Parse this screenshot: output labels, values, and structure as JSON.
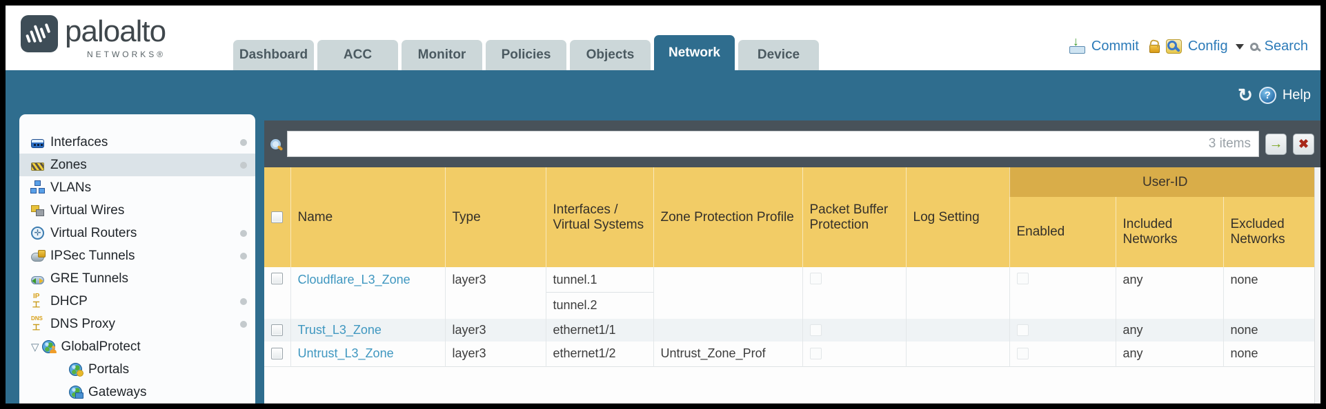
{
  "brand": {
    "name": "paloalto",
    "sub": "NETWORKS®",
    "logo_icon": "paloalto-logo-icon"
  },
  "nav_tabs": [
    {
      "label": "Dashboard",
      "active": false
    },
    {
      "label": "ACC",
      "active": false
    },
    {
      "label": "Monitor",
      "active": false
    },
    {
      "label": "Policies",
      "active": false
    },
    {
      "label": "Objects",
      "active": false
    },
    {
      "label": "Network",
      "active": true
    },
    {
      "label": "Device",
      "active": false
    }
  ],
  "header_actions": {
    "commit_label": "Commit",
    "config_label": "Config",
    "search_label": "Search",
    "icons": [
      "commit-icon",
      "lock-icon",
      "config-icon",
      "caret-down-icon",
      "search-icon"
    ]
  },
  "toolbar": {
    "help_label": "Help",
    "icons": [
      "refresh-icon",
      "help-icon"
    ]
  },
  "sidebar": {
    "items": [
      {
        "label": "Interfaces",
        "icon": "interfaces-icon",
        "has_dot": true,
        "selected": false
      },
      {
        "label": "Zones",
        "icon": "zones-icon",
        "has_dot": true,
        "selected": true
      },
      {
        "label": "VLANs",
        "icon": "vlans-icon",
        "has_dot": false,
        "selected": false
      },
      {
        "label": "Virtual Wires",
        "icon": "virtual-wires-icon",
        "has_dot": false,
        "selected": false
      },
      {
        "label": "Virtual Routers",
        "icon": "virtual-routers-icon",
        "has_dot": true,
        "selected": false
      },
      {
        "label": "IPSec Tunnels",
        "icon": "ipsec-tunnels-icon",
        "has_dot": true,
        "selected": false
      },
      {
        "label": "GRE Tunnels",
        "icon": "gre-tunnels-icon",
        "has_dot": false,
        "selected": false
      },
      {
        "label": "DHCP",
        "icon": "dhcp-icon",
        "has_dot": true,
        "selected": false
      },
      {
        "label": "DNS Proxy",
        "icon": "dns-proxy-icon",
        "has_dot": true,
        "selected": false
      },
      {
        "label": "GlobalProtect",
        "icon": "globalprotect-icon",
        "has_dot": false,
        "selected": false,
        "expanded": true
      },
      {
        "label": "Portals",
        "icon": "portals-icon",
        "has_dot": false,
        "selected": false,
        "child": true
      },
      {
        "label": "Gateways",
        "icon": "gateways-icon",
        "has_dot": false,
        "selected": false,
        "child": true
      }
    ]
  },
  "filter": {
    "value": "",
    "count": "3 items",
    "icons": [
      "filter-search-icon",
      "apply-filter-icon",
      "clear-filter-icon"
    ]
  },
  "table": {
    "group_header": "User-ID",
    "columns": [
      "Name",
      "Type",
      "Interfaces / Virtual Systems",
      "Zone Protection Profile",
      "Packet Buffer Protection",
      "Log Setting",
      "Enabled",
      "Included Networks",
      "Excluded Networks"
    ],
    "rows": [
      {
        "name": "Cloudflare_L3_Zone",
        "type": "layer3",
        "interfaces": [
          "tunnel.1",
          "tunnel.2"
        ],
        "zone_protection_profile": "",
        "packet_buffer_protection": false,
        "log_setting": "",
        "user_id_enabled": false,
        "included_networks": "any",
        "excluded_networks": "none"
      },
      {
        "name": "Trust_L3_Zone",
        "type": "layer3",
        "interfaces": [
          "ethernet1/1"
        ],
        "zone_protection_profile": "",
        "packet_buffer_protection": false,
        "log_setting": "",
        "user_id_enabled": false,
        "included_networks": "any",
        "excluded_networks": "none"
      },
      {
        "name": "Untrust_L3_Zone",
        "type": "layer3",
        "interfaces": [
          "ethernet1/2"
        ],
        "zone_protection_profile": "Untrust_Zone_Prof",
        "packet_buffer_protection": false,
        "log_setting": "",
        "user_id_enabled": false,
        "included_networks": "any",
        "excluded_networks": "none"
      }
    ]
  },
  "colors": {
    "teal": "#2f6d8e",
    "header_orange": "#f2cc66",
    "userid_orange": "#d9ad49",
    "link_blue": "#3f97c0",
    "filter_bar": "#48525a",
    "tab_gray": "#ccd7d9",
    "action_blue": "#2b7ab8",
    "alt_row": "#eff3f5"
  }
}
